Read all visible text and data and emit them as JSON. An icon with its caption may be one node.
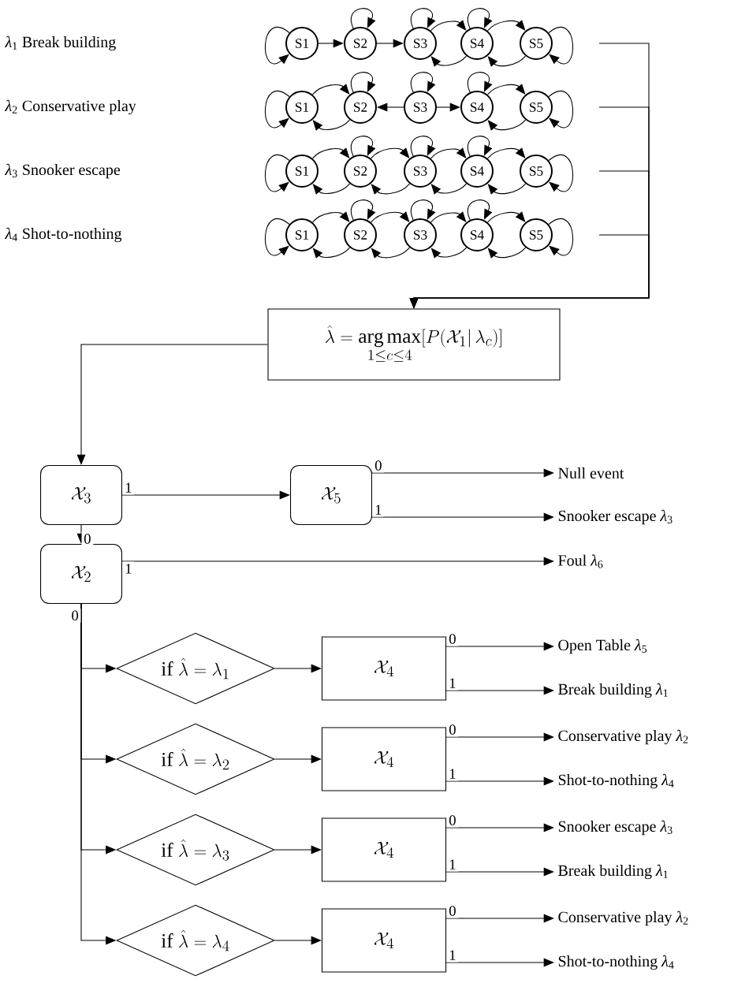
{
  "diagram": {
    "nodes": [
      {
        "text": [
          "S1"
        ]
      },
      {
        "text": [
          "S2"
        ]
      },
      {
        "text": [
          "S3"
        ]
      },
      {
        "text": [
          "S4"
        ]
      },
      {
        "text": [
          "S5"
        ]
      },
      {
        "text": [
          "S1"
        ]
      },
      {
        "text": [
          "S2"
        ]
      },
      {
        "text": [
          "S3"
        ]
      },
      {
        "text": [
          "S4"
        ]
      },
      {
        "text": [
          "S5"
        ]
      },
      {
        "text": [
          "S1"
        ]
      },
      {
        "text": [
          "S2"
        ]
      },
      {
        "text": [
          "S3"
        ]
      },
      {
        "text": [
          "S4"
        ]
      },
      {
        "text": [
          "S5"
        ]
      },
      {
        "text": [
          "S1"
        ]
      },
      {
        "text": [
          "S2"
        ]
      },
      {
        "text": [
          "S3"
        ]
      },
      {
        "text": [
          "S4"
        ]
      },
      {
        "text": [
          "S5"
        ]
      },
      {
        "text": [
          "\\hat{\\lambda} = \\operatorname*{arg\\,max}_{1\\le c\\le 4}[P(\\mathcal{X}_1|\\,\\lambda_c)]"
        ]
      },
      {
        "text": [
          "\\mathcal{X}_3"
        ]
      },
      {
        "text": [
          "\\mathcal{X}_5"
        ]
      },
      {
        "text": [
          "\\mathcal{X}_2"
        ]
      },
      {
        "text": [
          "\\mathrm{if}\\ \\hat{\\lambda}=\\lambda_1"
        ]
      },
      {
        "text": [
          "\\mathrm{if}\\ \\hat{\\lambda}=\\lambda_2"
        ]
      },
      {
        "text": [
          "\\mathrm{if}\\ \\hat{\\lambda}=\\lambda_3"
        ]
      },
      {
        "text": [
          "\\mathrm{if}\\ \\hat{\\lambda}=\\lambda_4"
        ]
      },
      {
        "text": [
          "\\mathcal{X}_4"
        ]
      },
      {
        "text": [
          "\\mathcal{X}_4"
        ]
      },
      {
        "text": [
          "\\mathcal{X}_4"
        ]
      },
      {
        "text": [
          "\\mathcal{X}_4"
        ]
      },
      {
        "text": [
          "Null event"
        ]
      },
      {
        "text": [
          "Snooker escape *λ*$_{3}$"
        ]
      },
      {
        "text": [
          "Foul *λ*$_{6}$"
        ]
      },
      {
        "text": [
          "Open Table *λ*$_{5}$"
        ]
      },
      {
        "text": [
          "Break building *λ*$_{1}$"
        ]
      },
      {
        "text": [
          "Conservative play *λ*$_{2}$"
        ]
      },
      {
        "text": [
          "Shot-to-nothing *λ*$_{4}$"
        ]
      },
      {
        "text": [
          "Snooker escape *λ*$_{3}$"
        ]
      },
      {
        "text": [
          "Break building *λ*$_{1}$"
        ]
      },
      {
        "text": [
          "Conservative play *λ*$_{2}$"
        ]
      },
      {
        "text": [
          "Shot-to-nothing *λ*$_{4}$"
        ]
      }
    ],
    "edges": [
      {
        "from": 0,
        "to": 0,
        "arrow": "to"
      },
      {
        "from": 0,
        "to": 1,
        "arrow": "to"
      },
      {
        "from": 1,
        "to": 1,
        "arrow": "to"
      },
      {
        "from": 1,
        "to": 2,
        "arrow": "to"
      },
      {
        "from": 2,
        "to": 2,
        "arrow": "to"
      },
      {
        "from": 2,
        "to": 3,
        "arrow": "to"
      },
      {
        "from": 3,
        "to": 2,
        "arrow": "to"
      },
      {
        "from": 3,
        "to": 3,
        "arrow": "to"
      },
      {
        "from": 3,
        "to": 4,
        "arrow": "to"
      },
      {
        "from": 4,
        "to": 3,
        "arrow": "to"
      },
      {
        "from": 4,
        "to": 4,
        "arrow": "to"
      },
      {
        "from": 5,
        "to": 5,
        "arrow": "to"
      },
      {
        "from": 5,
        "to": 6,
        "arrow": "to"
      },
      {
        "from": 6,
        "to": 5,
        "arrow": "to"
      },
      {
        "from": 6,
        "to": 6,
        "arrow": "to"
      },
      {
        "from": 7,
        "to": 6,
        "arrow": "to"
      },
      {
        "from": 7,
        "to": 7,
        "arrow": "to"
      },
      {
        "from": 7,
        "to": 8,
        "arrow": "to"
      },
      {
        "from": 8,
        "to": 8,
        "arrow": "to"
      },
      {
        "from": 8,
        "to": 9,
        "arrow": "to"
      },
      {
        "from": 9,
        "to": 8,
        "arrow": "to"
      },
      {
        "from": 9,
        "to": 9,
        "arrow": "to"
      },
      {
        "from": 10,
        "to": 10,
        "arrow": "to"
      },
      {
        "from": 10,
        "to": 11,
        "arrow": "to"
      },
      {
        "from": 11,
        "to": 10,
        "arrow": "to"
      },
      {
        "from": 11,
        "to": 11,
        "arrow": "to"
      },
      {
        "from": 11,
        "to": 12,
        "arrow": "to"
      },
      {
        "from": 12,
        "to": 11,
        "arrow": "to"
      },
      {
        "from": 12,
        "to": 12,
        "arrow": "to"
      },
      {
        "from": 12,
        "to": 13,
        "arrow": "to"
      },
      {
        "from": 13,
        "to": 12,
        "arrow": "to"
      },
      {
        "from": 13,
        "to": 13,
        "arrow": "to"
      },
      {
        "from": 13,
        "to": 14,
        "arrow": "to"
      },
      {
        "from": 14,
        "to": 13,
        "arrow": "to"
      },
      {
        "from": 14,
        "to": 14,
        "arrow": "to"
      },
      {
        "from": 15,
        "to": 15,
        "arrow": "to"
      },
      {
        "from": 15,
        "to": 16,
        "arrow": "to"
      },
      {
        "from": 16,
        "to": 15,
        "arrow": "to"
      },
      {
        "from": 16,
        "to": 16,
        "arrow": "to"
      },
      {
        "from": 16,
        "to": 17,
        "arrow": "to"
      },
      {
        "from": 17,
        "to": 16,
        "arrow": "to"
      },
      {
        "from": 17,
        "to": 17,
        "arrow": "to"
      },
      {
        "from": 17,
        "to": 18,
        "arrow": "to"
      },
      {
        "from": 18,
        "to": 17,
        "arrow": "to"
      },
      {
        "from": 18,
        "to": 18,
        "arrow": "to"
      },
      {
        "from": 18,
        "to": 19,
        "arrow": "to"
      },
      {
        "from": 19,
        "to": 18,
        "arrow": "to"
      },
      {
        "from": 19,
        "to": 19,
        "arrow": "to"
      },
      {
        "from": null,
        "to": 20,
        "arrow": "to"
      },
      {
        "from": null,
        "to": 20,
        "arrow": "to"
      },
      {
        "from": null,
        "to": 20,
        "arrow": "to"
      },
      {
        "from": null,
        "to": 20,
        "arrow": "to"
      },
      {
        "from": 20,
        "to": 21,
        "arrow": "to"
      },
      {
        "from": 21,
        "to": 22,
        "arrow": "to",
        "label": "1"
      },
      {
        "from": 22,
        "to": 32,
        "arrow": "to",
        "label": "0"
      },
      {
        "from": 22,
        "to": 33,
        "arrow": "to",
        "label": "1"
      },
      {
        "from": 21,
        "to": 23,
        "arrow": "to",
        "label": "0"
      },
      {
        "from": 23,
        "to": 34,
        "arrow": "to",
        "label": "1"
      },
      {
        "from": 23,
        "to": 24,
        "arrow": "to",
        "label": "0"
      },
      {
        "from": 23,
        "to": 25,
        "arrow": "to"
      },
      {
        "from": 23,
        "to": 26,
        "arrow": "to"
      },
      {
        "from": 23,
        "to": 27,
        "arrow": "to"
      },
      {
        "from": 24,
        "to": 28,
        "arrow": "to"
      },
      {
        "from": 25,
        "to": 29,
        "arrow": "to"
      },
      {
        "from": 26,
        "to": 30,
        "arrow": "to"
      },
      {
        "from": 27,
        "to": 31,
        "arrow": "to"
      },
      {
        "from": 28,
        "to": 35,
        "arrow": "to",
        "label": "0"
      },
      {
        "from": 28,
        "to": 36,
        "arrow": "to",
        "label": "1"
      },
      {
        "from": 29,
        "to": 37,
        "arrow": "to",
        "label": "0"
      },
      {
        "from": 29,
        "to": 38,
        "arrow": "to",
        "label": "1"
      },
      {
        "from": 30,
        "to": 39,
        "arrow": "to",
        "label": "0"
      },
      {
        "from": 30,
        "to": 40,
        "arrow": "to",
        "label": "1"
      },
      {
        "from": 31,
        "to": 41,
        "arrow": "to",
        "label": "0"
      },
      {
        "from": 31,
        "to": 42,
        "arrow": "to",
        "label": "1"
      }
    ],
    "labels": [
      "*λ*$_{1}$ Break building",
      "*λ*$_{2}$ Conservative play",
      "*λ*$_{3}$ Snooker escape",
      "*λ*$_{4}$ Shot-to-nothing"
    ]
  }
}
